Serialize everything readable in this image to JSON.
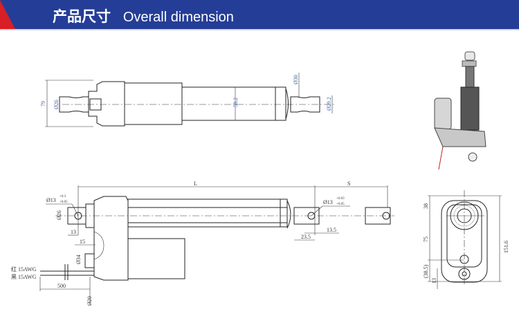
{
  "header": {
    "title_cn": "产品尺寸",
    "title_en": "Overall dimension"
  },
  "top_view": {
    "height": "79",
    "rod_end_dia": "Ø26",
    "tube_dia": "58.2",
    "front_dia": "Ø30",
    "front_end_dia": "Ø29.2"
  },
  "side_view": {
    "length": "L",
    "stroke": "S",
    "rear_hole": "Ø13",
    "rear_hole_tol_upper": "+0.3",
    "rear_hole_tol_lower": "+0.05",
    "rear_end_dia": "Ø26",
    "dim_13": "13",
    "dim_15": "15",
    "motor_dia": "Ø34",
    "wire_red": "红 15AWG",
    "wire_black": "黑 15AWG",
    "cable_length": "500",
    "cable_dia": "Ø20",
    "front_hole": "Ø13",
    "front_hole_tol_upper": "+0.03",
    "front_hole_tol_lower": "+0.05",
    "dim_13_5": "13.5",
    "dim_23_5": "23.5"
  },
  "end_view": {
    "dim_38": "38",
    "dim_75": "75",
    "dim_38_5": "(38.5)",
    "dim_13": "13",
    "total": "151.6"
  }
}
